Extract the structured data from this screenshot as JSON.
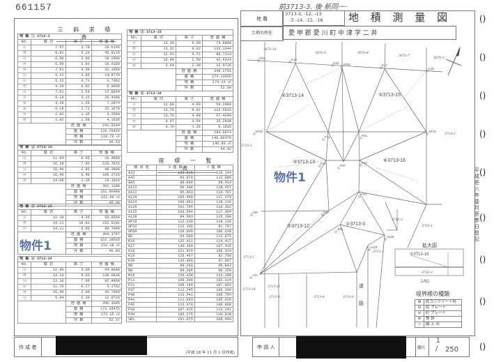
{
  "doc_number": "661157",
  "handwritten_note": "前3713-3. 後·新同一·",
  "title_block": {
    "parcel_label": "地 番",
    "parcel_value_line1": "3713-3, -12, -13",
    "parcel_value_line2": "-3 -14, -15, -16",
    "title": "地 積 測 量 図",
    "location_label": "土地の所在",
    "location_value": "愛 甲 郡 愛 川 町 中 津 字 二 井"
  },
  "calc_section_title": "三 斜 求 積 表",
  "calc_headers": [
    "NO.",
    "底 辺",
    "高 さ",
    "倍 面 積"
  ],
  "summary_labels": [
    "倍 面 積",
    "面 積",
    "地 積",
    "坪 数"
  ],
  "area_unit": "㎡",
  "calc_tables": [
    {
      "caption": "地 番 ① 3713-3",
      "rows": [
        [
          "㋑",
          "7.57",
          "3.78",
          "28.6146"
        ],
        [
          "㋺",
          "8.81",
          "5.20",
          "45.8120"
        ],
        [
          "㋩",
          "6.50",
          "2.80",
          "18.2000"
        ],
        [
          "㋥",
          "6.50",
          "2.91",
          "18.9150"
        ],
        [
          "㋭",
          "7.01",
          "4.58",
          "32.1058"
        ],
        [
          "㋬",
          "5.22",
          "2.85",
          "14.8770"
        ],
        [
          "㋣",
          "5.22",
          "0.71",
          "3.7062"
        ],
        [
          "㋠",
          "4.29",
          "0.02",
          "0.0858"
        ],
        [
          "㋷",
          "7.01",
          "2.54",
          "17.8054"
        ],
        [
          "㋦",
          "8.18",
          "3.11",
          "25.4398"
        ],
        [
          "㋸",
          "4.39",
          "1.66",
          "7.2874"
        ],
        [
          "㋾",
          "8.18",
          "2.71",
          "22.1678"
        ],
        [
          "㋻",
          "2.92",
          "1.15",
          "3.3580"
        ],
        [
          "㋕",
          "2.92",
          "1.58",
          "4.1536"
        ]
      ],
      "summary": [
        "241.5284",
        "120.76420",
        "120.76",
        "36.53"
      ]
    },
    {
      "caption": "地 番 ② 3713-12",
      "rows": [
        [
          "㋑",
          "11.04",
          "0.95",
          "10.4880"
        ],
        [
          "㋺",
          "16.28",
          "7.42",
          "120.7976"
        ],
        [
          "㋩",
          "16.40",
          "2.95",
          "48.3800"
        ],
        [
          "㋥",
          "16.40",
          "6.48",
          "106.2720"
        ],
        [
          "㋭",
          "14.08",
          "1.15",
          "16.1920"
        ]
      ],
      "summary": [
        "302.1296",
        "151.06480",
        "151.06",
        "45.69"
      ]
    },
    {
      "caption": "地 番 ③ 3713-13",
      "rows": [
        [
          "㋑",
          "12.10",
          "4.55",
          "55.0550"
        ],
        [
          "㋺",
          "14.11",
          "10.82",
          "152.5291"
        ],
        [
          "㋩",
          "14.11",
          "6.86",
          "96.7946"
        ]
      ],
      "summary": [
        "304.3787",
        "152.18935",
        "152.18",
        "46.03"
      ]
    },
    {
      "caption": "地 番 ④ 3713-14",
      "rows": [
        [
          "㋑",
          "12.96",
          "5.00",
          "64.8000"
        ],
        [
          "㋺",
          "13.10",
          "9.93",
          "130.0830"
        ],
        [
          "㋩",
          "13.10",
          "7.06",
          "92.4860"
        ],
        [
          "㋥",
          "11.76",
          "0.27",
          "3.1752"
        ],
        [
          "㋭",
          "16.46",
          "2.60",
          "42.7960"
        ],
        [
          "㋬",
          "5.64",
          "2.30",
          "12.9720"
        ]
      ],
      "summary": [
        "346.3095",
        "173.15475",
        "173.15",
        "52.37"
      ]
    },
    {
      "caption": "地 番 ⑤ 3713-15",
      "rows": [
        [
          "㋑",
          "13.30",
          "6.00",
          "79.8000"
        ],
        [
          "㋺",
          "13.32",
          "9.92",
          "132.1344"
        ],
        [
          "㋩",
          "12.03",
          "6.71",
          "80.7213"
        ],
        [
          "㋥",
          "16.46",
          "2.59",
          "42.6314"
        ],
        [
          "㋭",
          "5.64",
          "2.30",
          "12.9720"
        ]
      ],
      "summary": [
        "348.2791",
        "174.13955",
        "174.13",
        "52.68"
      ]
    },
    {
      "caption": "地 番 ⑥ 3713-16",
      "rows": [
        [
          "㋑",
          "12.88",
          "4.60",
          "59.2480"
        ],
        [
          "㋺",
          "13.76",
          "8.91",
          "122.6015"
        ],
        [
          "㋩",
          "13.76",
          "4.90",
          "67.4240"
        ],
        [
          "㋥",
          "9.97",
          "3.54",
          "35.2938"
        ],
        [
          "㋭",
          "6.76",
          "1.36",
          "9.1936"
        ]
      ],
      "summary": [
        "293.6074",
        "146.80370",
        "146.80",
        "44.42"
      ]
    }
  ],
  "coord_section_title": "座 標 一 覧 表",
  "coord_headers": [
    "測 点 名",
    "X 座 標",
    "Y 座 標"
  ],
  "coords": [
    [
      "A23",
      "106.615",
      "118.144"
    ],
    [
      "A42",
      "93.870",
      "112.889"
    ],
    [
      "A85",
      "88.899",
      "99.413"
    ],
    [
      "A111",
      "96.308",
      "118.457"
    ],
    [
      "A112",
      "95.063",
      "114.787"
    ],
    [
      "A120",
      "106.490",
      "117.379"
    ],
    [
      "A124",
      "106.063",
      "118.124"
    ],
    [
      "A125",
      "102.794",
      "116.362"
    ],
    [
      "A126",
      "103.544",
      "117.364"
    ],
    [
      "A128",
      "94.683",
      "115.190"
    ],
    [
      "AP10",
      "112.239",
      "118.136"
    ],
    [
      "AP32",
      "112.166",
      "91.707"
    ],
    [
      "AP50",
      "128.009",
      "106.638"
    ],
    [
      "BO",
      "94.690",
      "112.875"
    ],
    [
      "K16",
      "132.411",
      "114.417"
    ],
    [
      "K17",
      "130.164",
      "107.415"
    ],
    [
      "K18",
      "121.924",
      "106.314"
    ],
    [
      "K19",
      "125.497",
      "92.758"
    ],
    [
      "K20",
      "120.966",
      "87.997"
    ],
    [
      "NO",
      "99.260",
      "95.843"
    ],
    [
      "NH",
      "99.366",
      "96.150"
    ],
    [
      "N10",
      "159.638",
      "123.390"
    ],
    [
      "P11",
      "108.349",
      "102.114"
    ],
    [
      "P21",
      "108.140",
      "107.003"
    ],
    [
      "P37",
      "112.245",
      "106.289"
    ],
    [
      "P40",
      "113.441",
      "108.754"
    ],
    [
      "P41",
      "111.893",
      "105.920"
    ],
    [
      "P42",
      "113.370",
      "106.868"
    ],
    [
      "P43",
      "107.915",
      "113.341"
    ],
    [
      "P44",
      "106.275",
      "110.618"
    ],
    [
      "SR1",
      "101.875",
      "109.449"
    ]
  ],
  "stamp_text": "物件1",
  "map": {
    "parcels": [
      "④3713-14",
      "⑤3713-15",
      "③3713-13",
      "⑥3713-16",
      "②3713-12",
      "①3713-3"
    ],
    "neighbors": [
      "3676-10",
      "3676-9",
      "3676-8",
      "3676-7",
      "3676-2",
      "3714-2",
      "3714-1",
      "3713-5",
      "3716-1",
      "3716-3",
      "3715-3",
      "3713-10",
      "3713-11",
      "3713-9",
      "3713-4",
      "3713-6"
    ],
    "points": [
      "K20",
      "K19",
      "K18",
      "AP50",
      "K17",
      "K16",
      "AP32",
      "P11",
      "P21",
      "AP10",
      "P41",
      "P37",
      "P40",
      "P44",
      "P42",
      "SR1",
      "A85",
      "A42",
      "A124",
      "A126"
    ],
    "road": [
      "道",
      "路"
    ],
    "enlarged_title": "拡大図",
    "enlarged_label": "⑥3713-16",
    "enlarged_lot": "3716-3",
    "enlarged_scale": "1/50",
    "legend_title": "境界標の種類",
    "legend_items": [
      {
        "symbol": "⊞",
        "label": "民コンクリート杭"
      },
      {
        "symbol": "⊟",
        "label": "民 プレート"
      },
      {
        "symbol": "⊖",
        "label": "町 プレート"
      },
      {
        "symbol": "⊗",
        "label": "鉄 鋲"
      },
      {
        "symbol": "•",
        "label": "図 上 点"
      }
    ]
  },
  "registration_stamp": "平成壱八年壹月壱参日登記",
  "footer": {
    "creator_label": "作 成 者",
    "created_date": "(平成 18 年 11 月 1 日作成)",
    "applicant_label": "申 請 人",
    "scale_label": "縮尺",
    "scale_numerator": "1",
    "scale_denominator": "250"
  }
}
